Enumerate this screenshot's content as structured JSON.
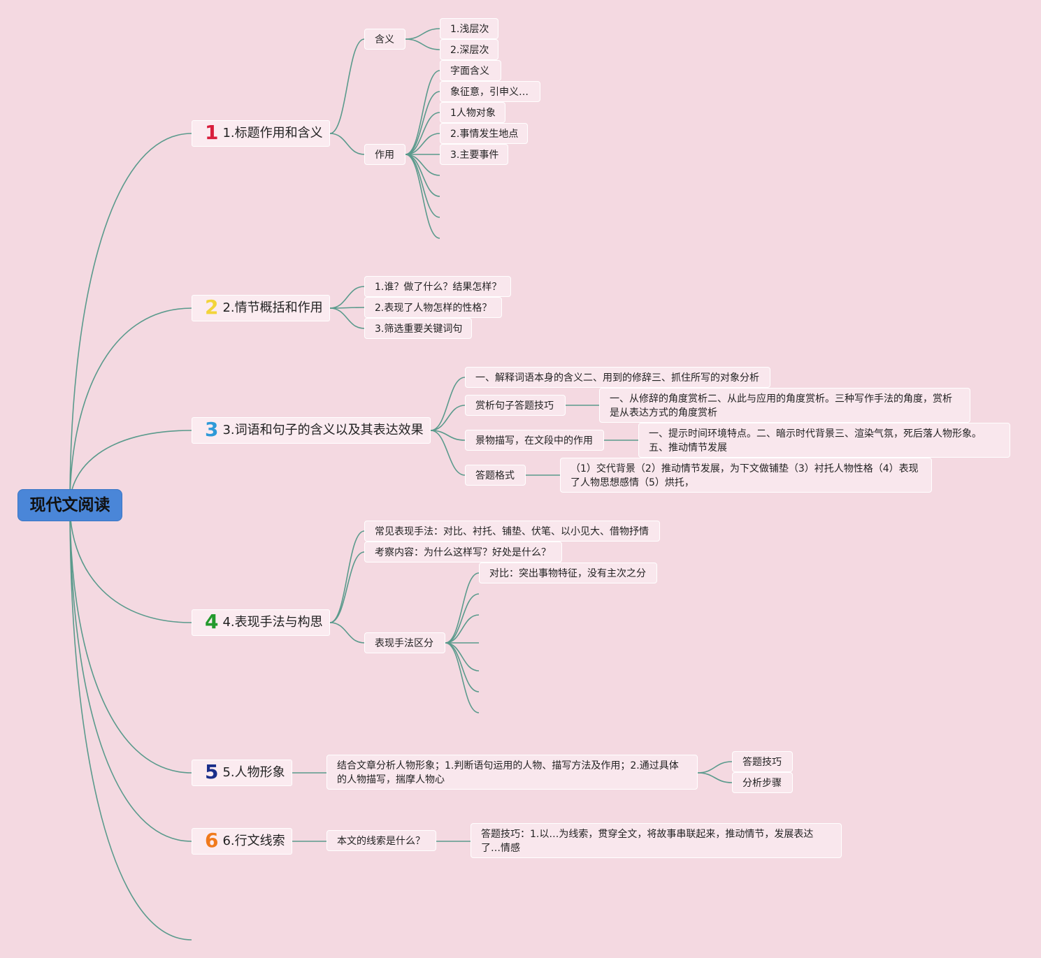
{
  "root": "现代文阅读",
  "colors": {
    "background": "#f4d9e1",
    "root": "#4a86d8",
    "line": "#5a9a8c",
    "b1": "#d81e3c",
    "b2": "#f2d43a",
    "b3": "#2e9ad8",
    "b4": "#239a2d",
    "b5": "#1a2e8a",
    "b6": "#f07a1c"
  },
  "branches": [
    {
      "badge": "1",
      "label": "1.标题作用和含义",
      "children": [
        {
          "label": "含义",
          "children": [
            "1.浅层次",
            "2.深层次"
          ]
        },
        {
          "label": "作用",
          "children": [
            "字面含义",
            "象征意，引申义…",
            "1人物对象",
            "2.事情发生地点",
            "3.主要事件"
          ]
        }
      ]
    },
    {
      "badge": "2",
      "label": "2.情节概括和作用",
      "children": [
        "1.谁？做了什么？结果怎样？",
        "2.表现了人物怎样的性格？",
        "3.筛选重要关键词句"
      ]
    },
    {
      "badge": "3",
      "label": "3.词语和句子的含义以及其表达效果",
      "children": [
        {
          "label": "一、解释词语本身的含义二、用到的修辞三、抓住所写的对象分析"
        },
        {
          "label": "赏析句子答题技巧",
          "detail": "一、从修辞的角度赏析二、从此与应用的角度赏析。三种写作手法的角度，赏析是从表达方式的角度赏析"
        },
        {
          "label": "景物描写，在文段中的作用",
          "detail": "一、提示时间环境特点。二、暗示时代背景三、渲染气氛，死后落人物形象。五、推动情节发展"
        },
        {
          "label": "答题格式",
          "detail": "（1）交代背景（2）推动情节发展，为下文做铺垫（3）衬托人物性格（4）表现了人物思想感情（5）烘托，"
        }
      ]
    },
    {
      "badge": "4",
      "label": "4.表现手法与构思",
      "children": [
        {
          "label": "常见表现手法：对比、衬托、铺垫、伏笔、以小见大、借物抒情"
        },
        {
          "label": "考察内容：为什么这样写？好处是什么？"
        },
        {
          "label": "表现手法区分",
          "children": [
            "对比：突出事物特征，没有主次之分"
          ]
        }
      ]
    },
    {
      "badge": "5",
      "label": "5.人物形象",
      "children": [
        {
          "label": "结合文章分析人物形象；1.判断语句运用的人物、描写方法及作用；2.通过具体的人物描写，揣摩人物心",
          "children": [
            "答题技巧",
            "分析步骤"
          ]
        }
      ]
    },
    {
      "badge": "6",
      "label": "6.行文线索",
      "children": [
        {
          "label": "本文的线索是什么？",
          "detail": "答题技巧：1.以…为线索，贯穿全文，将故事串联起来，推动情节，发展表达了…情感"
        }
      ]
    }
  ]
}
